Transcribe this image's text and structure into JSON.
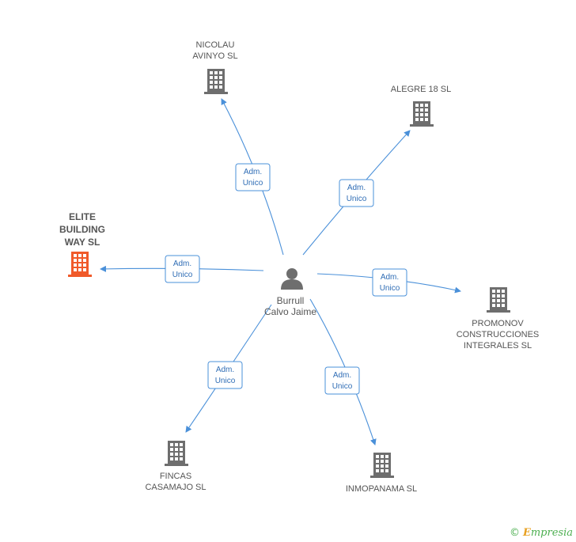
{
  "center": {
    "name_line1": "Burrull",
    "name_line2": "Calvo Jaime"
  },
  "companies": [
    {
      "id": "nicolau",
      "lines": [
        "NICOLAU",
        "AVINYO SL"
      ],
      "highlight": false
    },
    {
      "id": "alegre",
      "lines": [
        "ALEGRE 18 SL"
      ],
      "highlight": false
    },
    {
      "id": "elite",
      "lines": [
        "ELITE",
        "BUILDING",
        "WAY SL"
      ],
      "highlight": true
    },
    {
      "id": "promonov",
      "lines": [
        "PROMONOV",
        "CONSTRUCCIONES",
        "INTEGRALES  SL"
      ],
      "highlight": false
    },
    {
      "id": "fincas",
      "lines": [
        "FINCAS",
        "CASAMAJO SL"
      ],
      "highlight": false
    },
    {
      "id": "inmopanama",
      "lines": [
        "INMOPANAMA SL"
      ],
      "highlight": false
    }
  ],
  "edges": [
    {
      "to": "nicolau",
      "label": [
        "Adm.",
        "Unico"
      ]
    },
    {
      "to": "alegre",
      "label": [
        "Adm.",
        "Unico"
      ]
    },
    {
      "to": "elite",
      "label": [
        "Adm.",
        "Unico"
      ]
    },
    {
      "to": "promonov",
      "label": [
        "Adm.",
        "Unico"
      ]
    },
    {
      "to": "fincas",
      "label": [
        "Adm.",
        "Unico"
      ]
    },
    {
      "to": "inmopanama",
      "label": [
        "Adm.",
        "Unico"
      ]
    }
  ],
  "colors": {
    "edge": "#4a90d9",
    "building": "#6e6e6e",
    "building_highlight": "#f05a2a",
    "person": "#6e6e6e"
  },
  "footer": {
    "copyright": "©",
    "brand_first": "E",
    "brand_rest": "mpresia"
  }
}
